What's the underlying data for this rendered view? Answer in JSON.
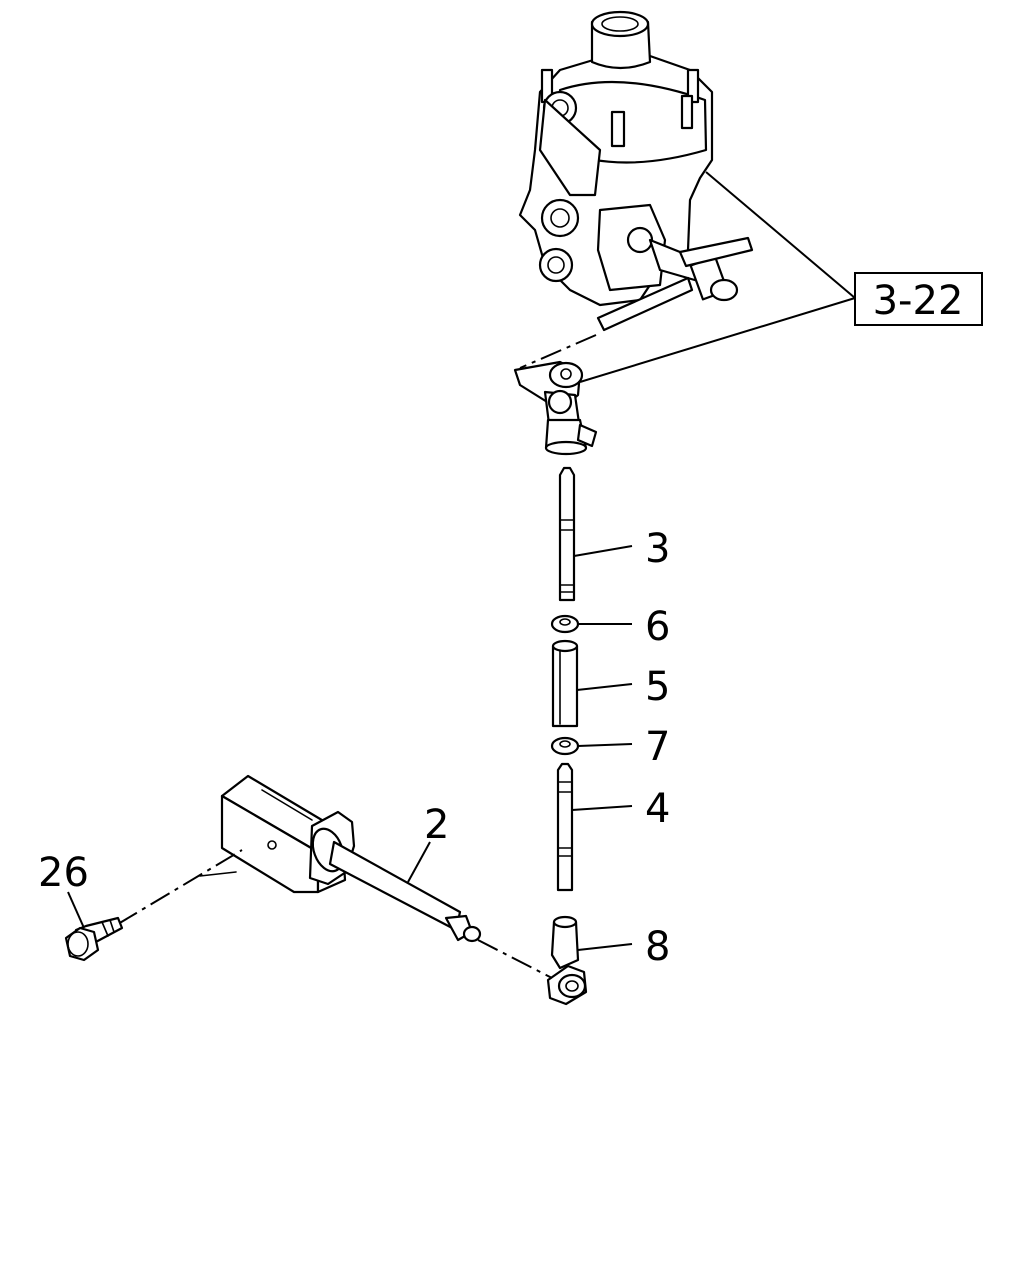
{
  "callouts": {
    "ref_3_22": "3-22",
    "item_3": "3",
    "item_6": "6",
    "item_5": "5",
    "item_7": "7",
    "item_4": "4",
    "item_2": "2",
    "item_26": "26",
    "item_8": "8"
  },
  "colors": {
    "line": "#000000",
    "background": "#ffffff"
  }
}
